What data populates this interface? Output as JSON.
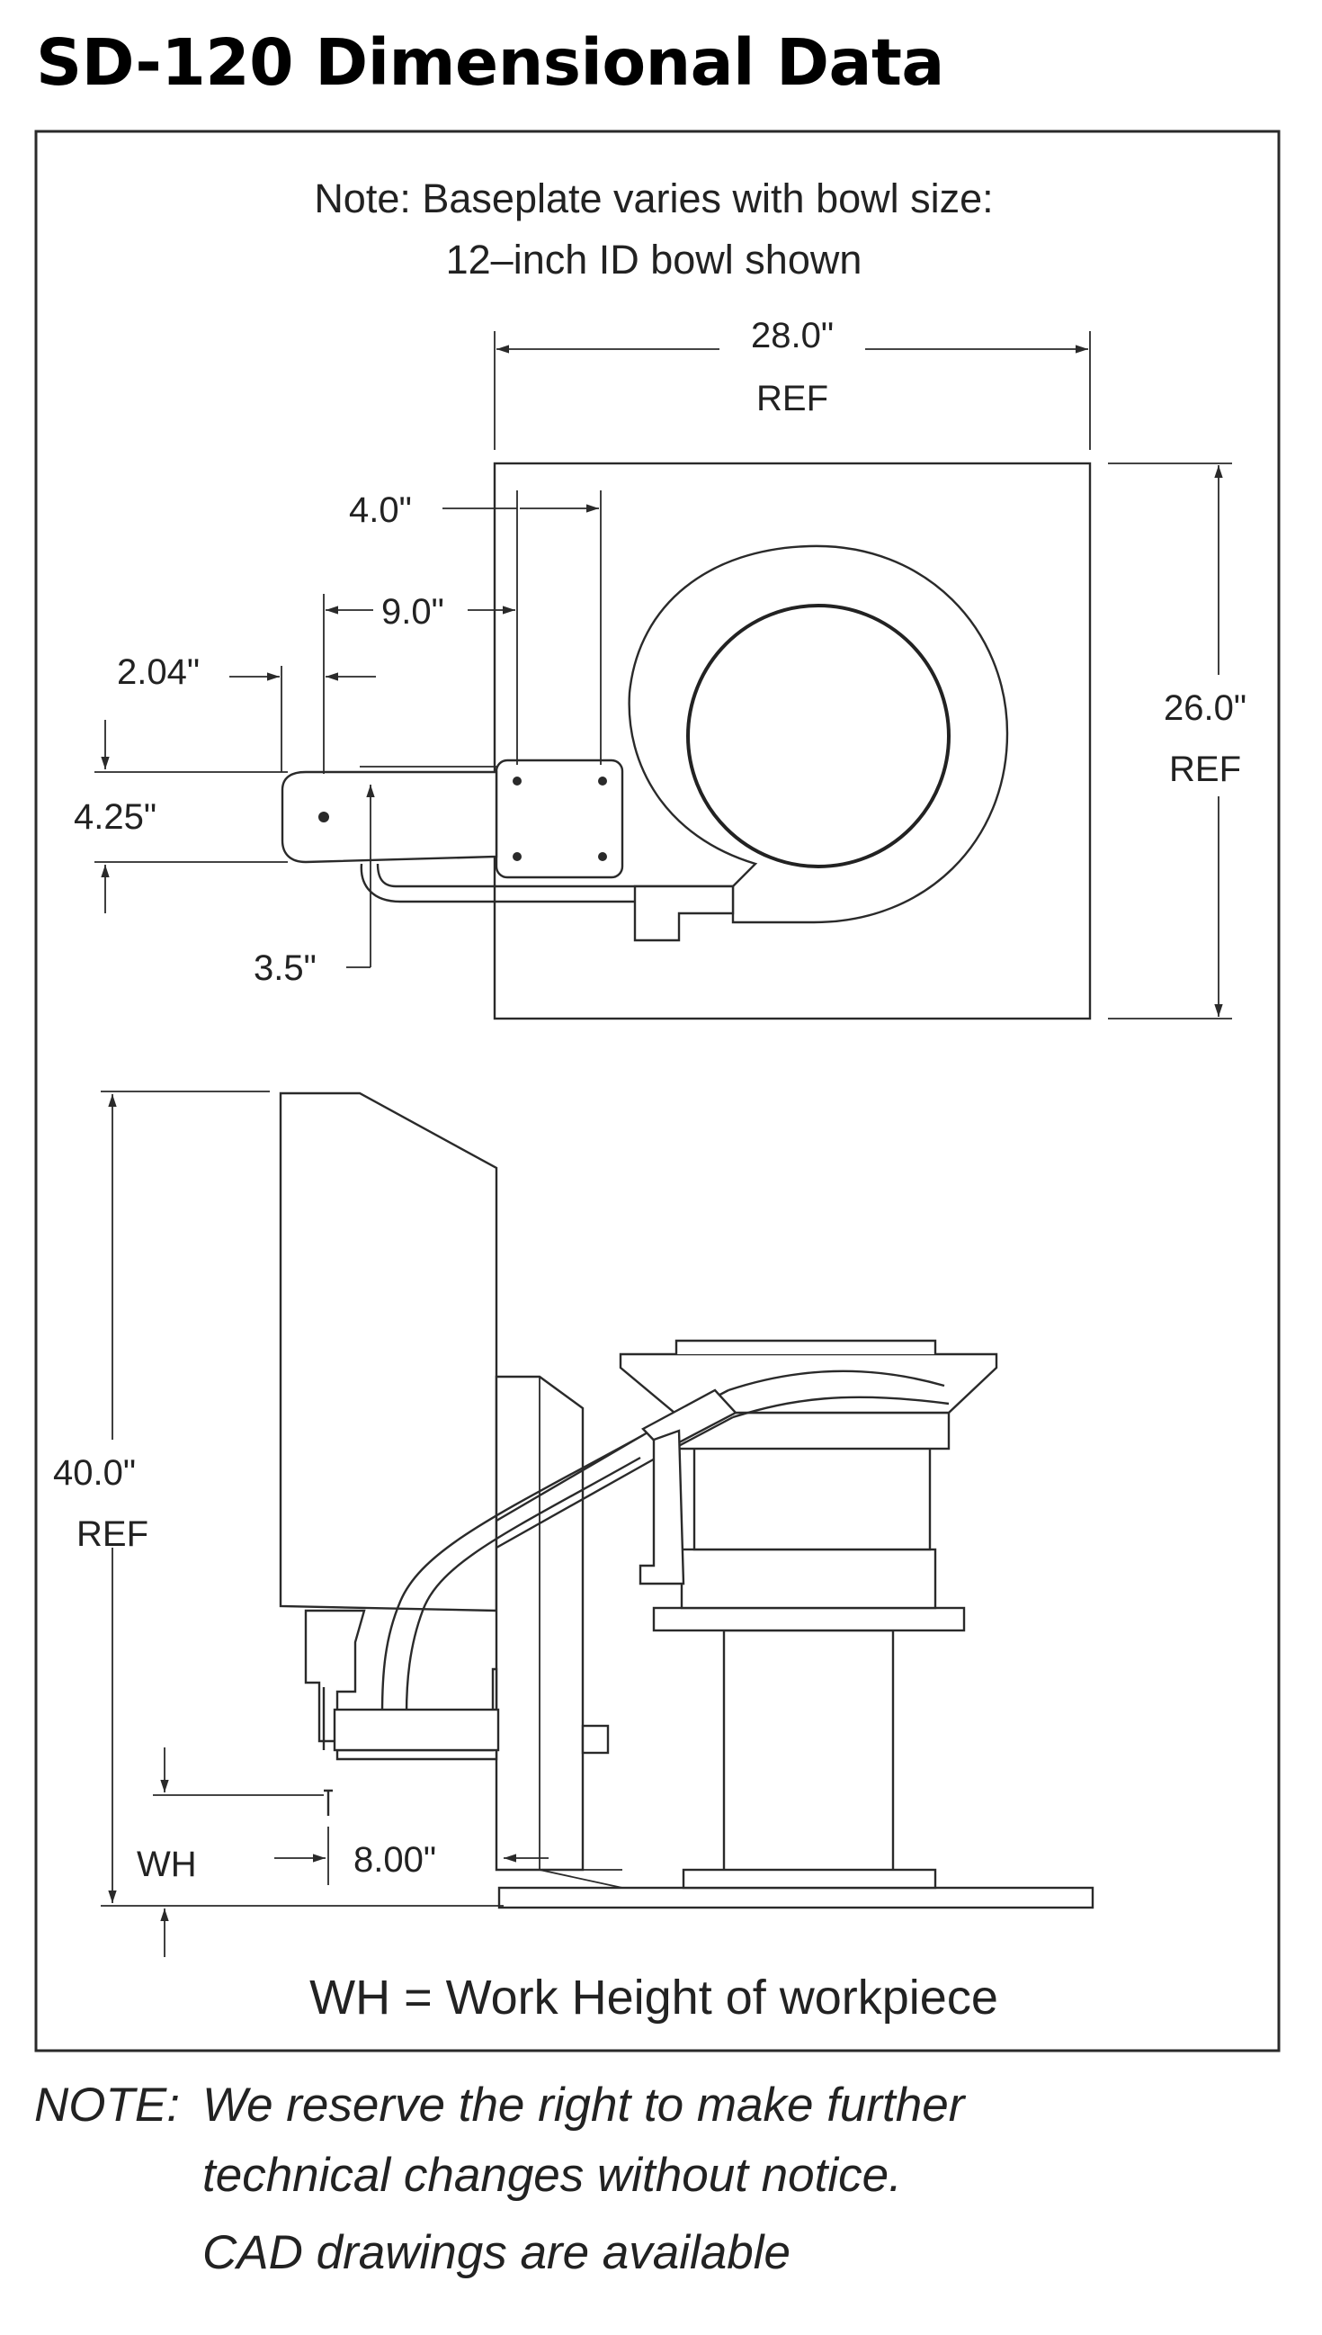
{
  "title": "SD-120 Dimensional Data",
  "drawing": {
    "note_line1": "Note: Baseplate varies with bowl size:",
    "note_line2": "12–inch ID bowl shown",
    "dimensions": {
      "width": "28.0\"",
      "width_ref": "REF",
      "depth": "26.0\"",
      "depth_ref": "REF",
      "d_4_0": "4.0\"",
      "d_9_0": "9.0\"",
      "d_2_04": "2.04\"",
      "d_4_25": "4.25\"",
      "d_3_5": "3.5\"",
      "height": "40.0\"",
      "height_ref": "REF",
      "wh": "WH",
      "d_8_00": "8.00\""
    },
    "wh_definition": "WH = Work Height of workpiece"
  },
  "footer": {
    "label": "NOTE:",
    "line1": "We reserve the right to make further",
    "line2": "technical changes without notice.",
    "line3": "CAD drawings are available"
  }
}
